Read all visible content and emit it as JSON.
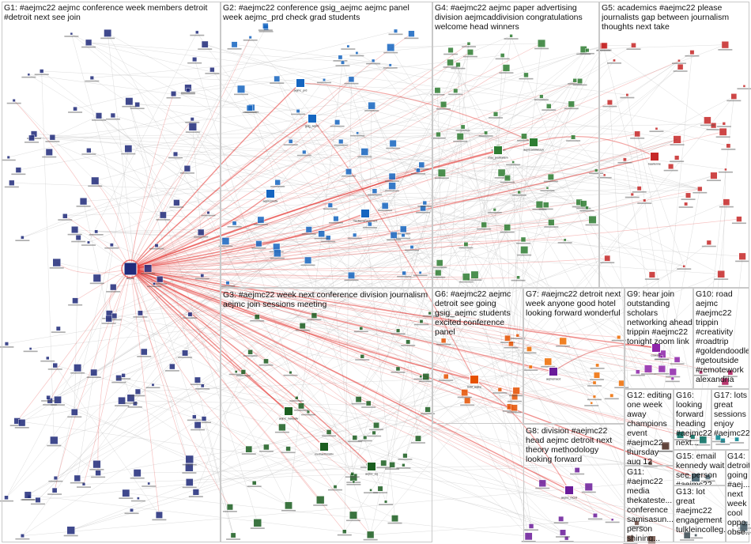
{
  "groups": [
    {
      "id": "G1",
      "label": "G1: #aejmc22 aejmc conference week members detroit #detroit next see join",
      "color": "#1f2a7a"
    },
    {
      "id": "G2",
      "label": "G2: #aejmc22 conference gsig_aejmc aejmc panel week aejmc_prd check grad students",
      "color": "#1565c0"
    },
    {
      "id": "G3",
      "label": "G3: #aejmc22 week next conference division journalism aejmc join sessions meeting",
      "color": "#1b5e20"
    },
    {
      "id": "G4",
      "label": "G4: #aejmc22 aejmc paper advertising division aejmcaddivision congratulations welcome head winners",
      "color": "#2e7d32"
    },
    {
      "id": "G5",
      "label": "G5: academics #aejmc22 please journalists gap between journalism thoughts next take",
      "color": "#c62828"
    },
    {
      "id": "G6",
      "label": "G6: #aejmc22 aejmc detroit see going gsig_aejmc students excited conference panel",
      "color": "#e65100"
    },
    {
      "id": "G7",
      "label": "G7: #aejmc22 detroit next week anyone good hotel looking forward wonderful",
      "color": "#ef6c00"
    },
    {
      "id": "G8",
      "label": "G8: division #aejmc22 head aejmc detroit next theory methodology looking forward",
      "color": "#6a1b9a"
    },
    {
      "id": "G9",
      "label": "G9: hear join outstanding scholars networking ahead trippin #aejmc22 tonight zoom link",
      "color": "#8e24aa"
    },
    {
      "id": "G10",
      "label": "G10: road aejmc #aejmc22 trippin #creativity #roadtrip #goldendoodle #getoutside #remotework alexandria",
      "color": "#ad1457"
    },
    {
      "id": "G11",
      "label": "G11: #aejmc22 media thekateste... conference samisasun... person shining...",
      "color": "#6d4c41"
    },
    {
      "id": "G12",
      "label": "G12: editing one week away champions event #aejmc22 thursday aug 12",
      "color": "#5d4037"
    },
    {
      "id": "G13",
      "label": "G13: lot great #aejmc22 engagement tulkleincolleg...",
      "color": "#37474f"
    },
    {
      "id": "G14",
      "label": "G14: detroit going #aej... next week cool oppo... obse...",
      "color": "#455a64"
    },
    {
      "id": "G15",
      "label": "G15: email kennedy wait see person #aejmc22",
      "color": "#546e7a"
    },
    {
      "id": "G16",
      "label": "G16: looking forward heading #aejmc22 next...",
      "color": "#00695c"
    },
    {
      "id": "G17",
      "label": "G17: lots great sessions enjoy #aejmc22",
      "color": "#00838f"
    }
  ],
  "nodes": [
    {
      "id": "aejmc",
      "label": "aejmc",
      "group": "G1"
    },
    {
      "id": "aejmc_prd",
      "label": "aejmc_prd",
      "group": "G2"
    },
    {
      "id": "gsig_aejmc",
      "label": "gsig_aejmc",
      "group": "G2"
    },
    {
      "id": "aejmcaddivision",
      "label": "aejmcaddivision",
      "group": "G4"
    },
    {
      "id": "kaarienne",
      "label": "kaarienne",
      "group": "G5"
    },
    {
      "id": "aejmc_newsdiv",
      "label": "aejmc_newsdiv",
      "group": "G3"
    },
    {
      "id": "mediaethicsdiv",
      "label": "mediaethicsdiv",
      "group": "G3"
    },
    {
      "id": "aejmc_ccj",
      "label": "aejmc_ccj",
      "group": "G3"
    },
    {
      "id": "mediamanagement",
      "label": "mediamanagement",
      "group": "G2"
    },
    {
      "id": "aejmcsmdiv",
      "label": "aejmcsmdiv",
      "group": "G2"
    },
    {
      "id": "msu_journalism",
      "label": "msu_journalism",
      "group": "G4"
    },
    {
      "id": "tmtd_aejmc",
      "label": "tmtd_aejmc",
      "group": "G6"
    },
    {
      "id": "aejmc_mcsd",
      "label": "aejmc_mcsd",
      "group": "G8"
    },
    {
      "id": "aejmcmacd",
      "label": "aejmcmacd",
      "group": "G8"
    },
    {
      "id": "csaejmc",
      "label": "csaejmc",
      "group": "G9"
    },
    {
      "id": "kennedy",
      "label": "kennedy",
      "group": "G15"
    }
  ]
}
